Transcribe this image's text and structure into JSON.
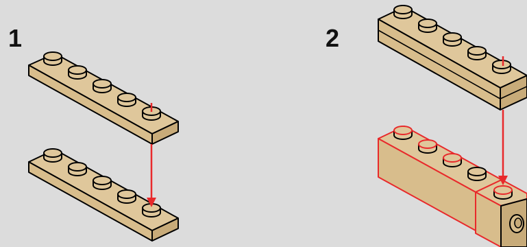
{
  "steps": [
    {
      "number": "1"
    },
    {
      "number": "2"
    }
  ],
  "colors": {
    "background": "#dcdcdc",
    "brick_top": "#dfc79b",
    "brick_side": "#c8ab79",
    "brick_front": "#d8bd8c",
    "outline": "#000000",
    "highlight": "#e8292b",
    "arrow": "#e8292b"
  },
  "icons": [
    "tan-1x6-plate",
    "tan-1x4-brick",
    "tan-1x1-brick-with-stud-side",
    "placement-arrow"
  ]
}
